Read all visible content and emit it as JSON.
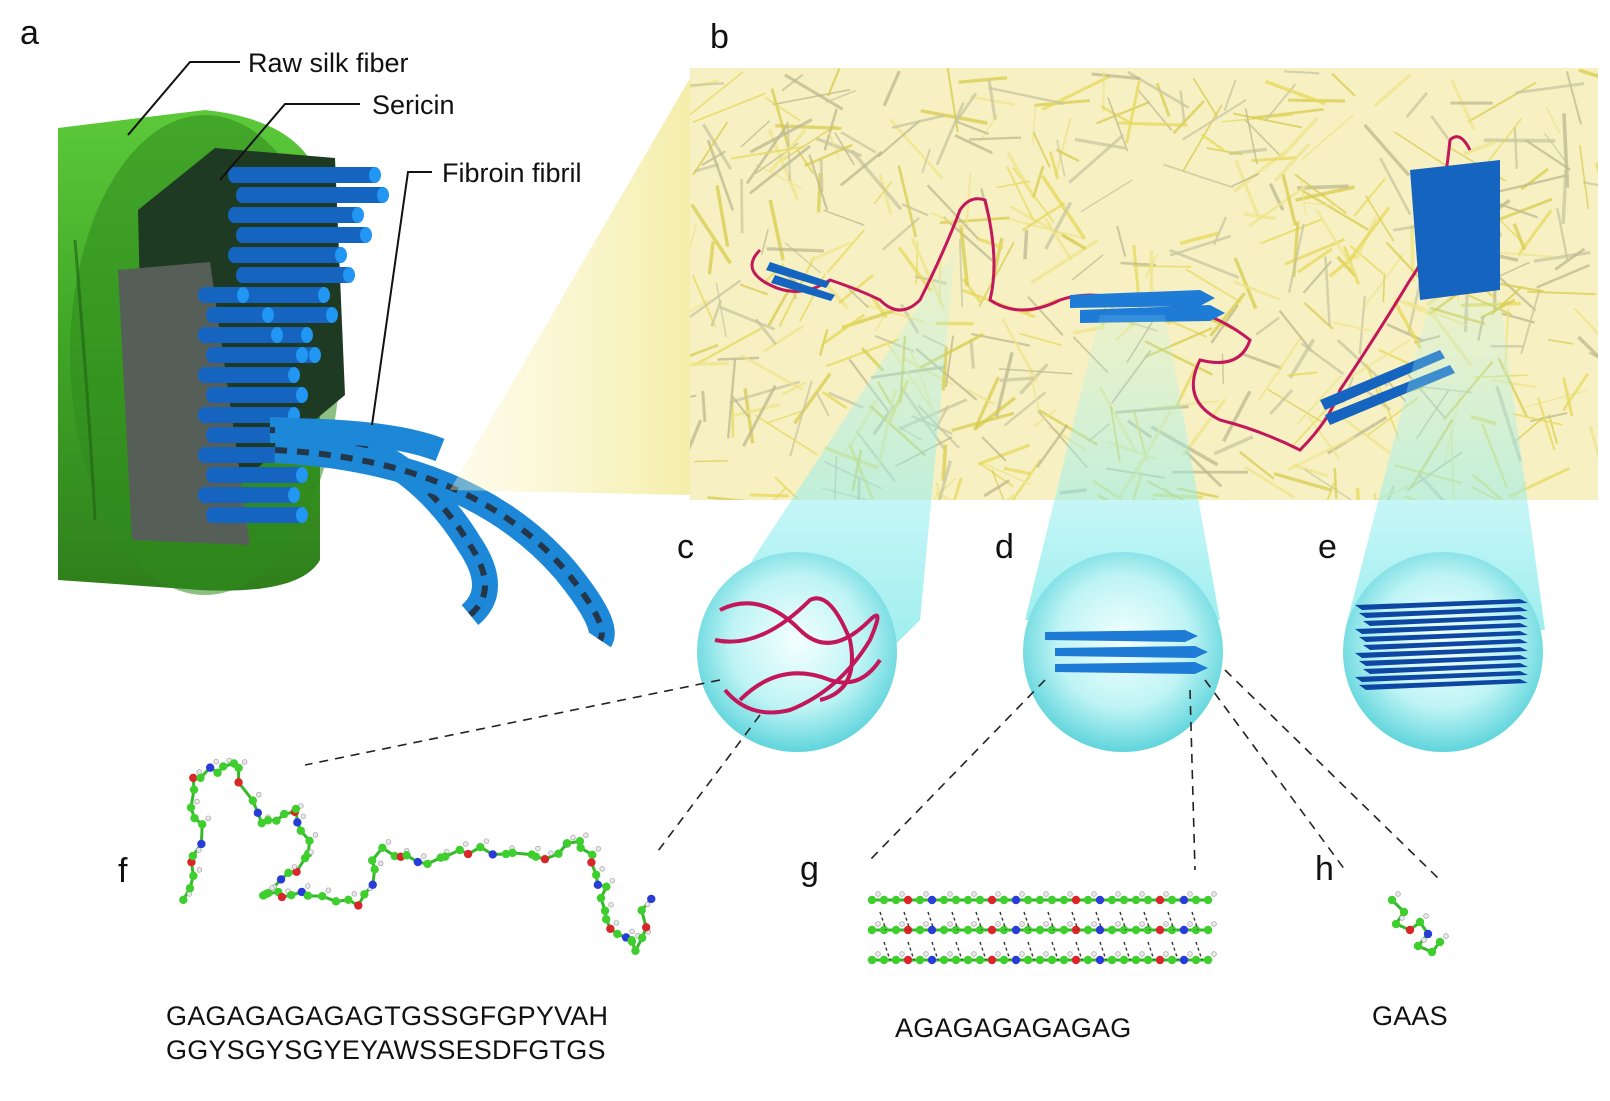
{
  "panels": {
    "a": "a",
    "b": "b",
    "c": "c",
    "d": "d",
    "e": "e",
    "f": "f",
    "g": "g",
    "h": "h"
  },
  "callouts": {
    "raw_silk_fiber": "Raw silk fiber",
    "sericin": "Sericin",
    "fibroin_fibril": "Fibroin fibril"
  },
  "sequences": {
    "f_line1": "GAGAGAGAGAGTGSSGFGPYVAH",
    "f_line2": "GGYSGYSGYEYAWSSESDFGTGS",
    "g": "AGAGAGAGAGAG",
    "h": "GAAS"
  },
  "colors": {
    "fiber_green": "#3fa526",
    "sericin_dark": "#1f3a22",
    "fibril_blue": "#1e88d8",
    "coil_magenta": "#c2185b",
    "sheet_blue": "#1565c0",
    "matrix_yellow": "#e8e07a",
    "bubble_cyan": "#9ef0f2",
    "atom_carbon": "#3ecf2e",
    "atom_oxygen": "#d8262a",
    "atom_nitrogen": "#2a3cd8"
  }
}
